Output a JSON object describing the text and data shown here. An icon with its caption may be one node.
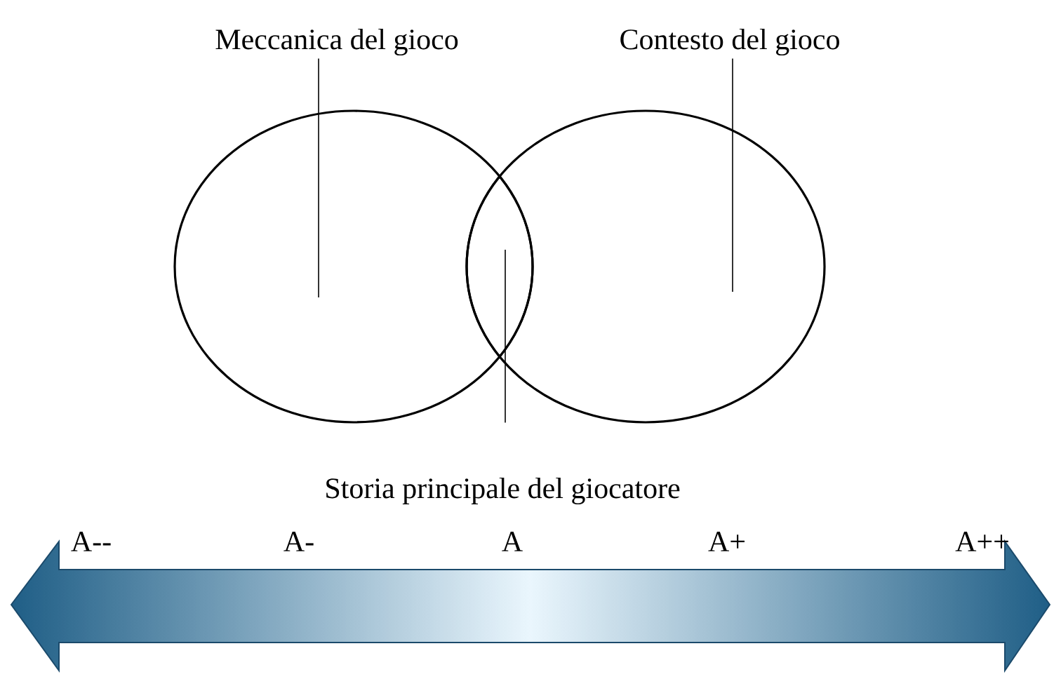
{
  "diagram": {
    "nodes": [
      {
        "text": [
          "Meccanica del gioco"
        ]
      },
      {
        "text": [
          "Contesto del gioco"
        ]
      },
      {
        "text": [],
        "shape": "circle"
      },
      {
        "text": [],
        "shape": "circle"
      },
      {
        "text": [
          "Storia principale del giocatore"
        ]
      },
      {
        "text": [],
        "shape": "lens"
      }
    ],
    "edges": [
      {
        "from": 0,
        "to": 2,
        "arrow": "none"
      },
      {
        "from": 1,
        "to": 3,
        "arrow": "none"
      },
      {
        "from": 4,
        "to": 5,
        "arrow": "none"
      }
    ],
    "labels": [
      "A--",
      "A-",
      "A",
      "A+",
      "A++"
    ]
  }
}
